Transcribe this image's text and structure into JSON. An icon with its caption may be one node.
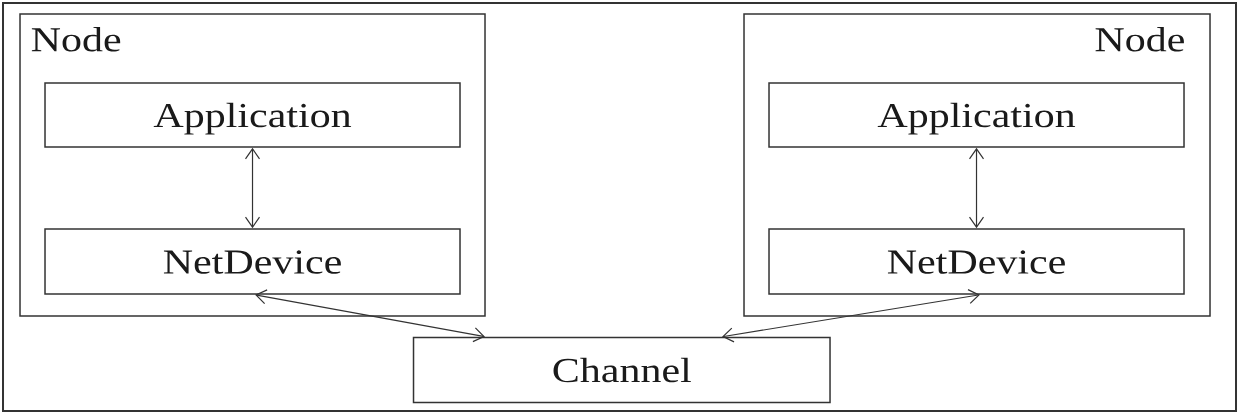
{
  "diagram": {
    "nodes": [
      {
        "text": [
          "Node"
        ]
      },
      {
        "text": [
          "Application"
        ],
        "in": 0
      },
      {
        "text": [
          "NetDevice"
        ],
        "in": 0
      },
      {
        "text": [
          "Node"
        ]
      },
      {
        "text": [
          "Application"
        ],
        "in": 3
      },
      {
        "text": [
          "NetDevice"
        ],
        "in": 3
      },
      {
        "text": [
          "Channel"
        ]
      }
    ],
    "edges": [
      {
        "from": 1,
        "to": 2,
        "arrow": "both"
      },
      {
        "from": 4,
        "to": 5,
        "arrow": "both"
      },
      {
        "from": 2,
        "to": 6,
        "arrow": "both"
      },
      {
        "from": 5,
        "to": 6,
        "arrow": "both"
      }
    ]
  }
}
